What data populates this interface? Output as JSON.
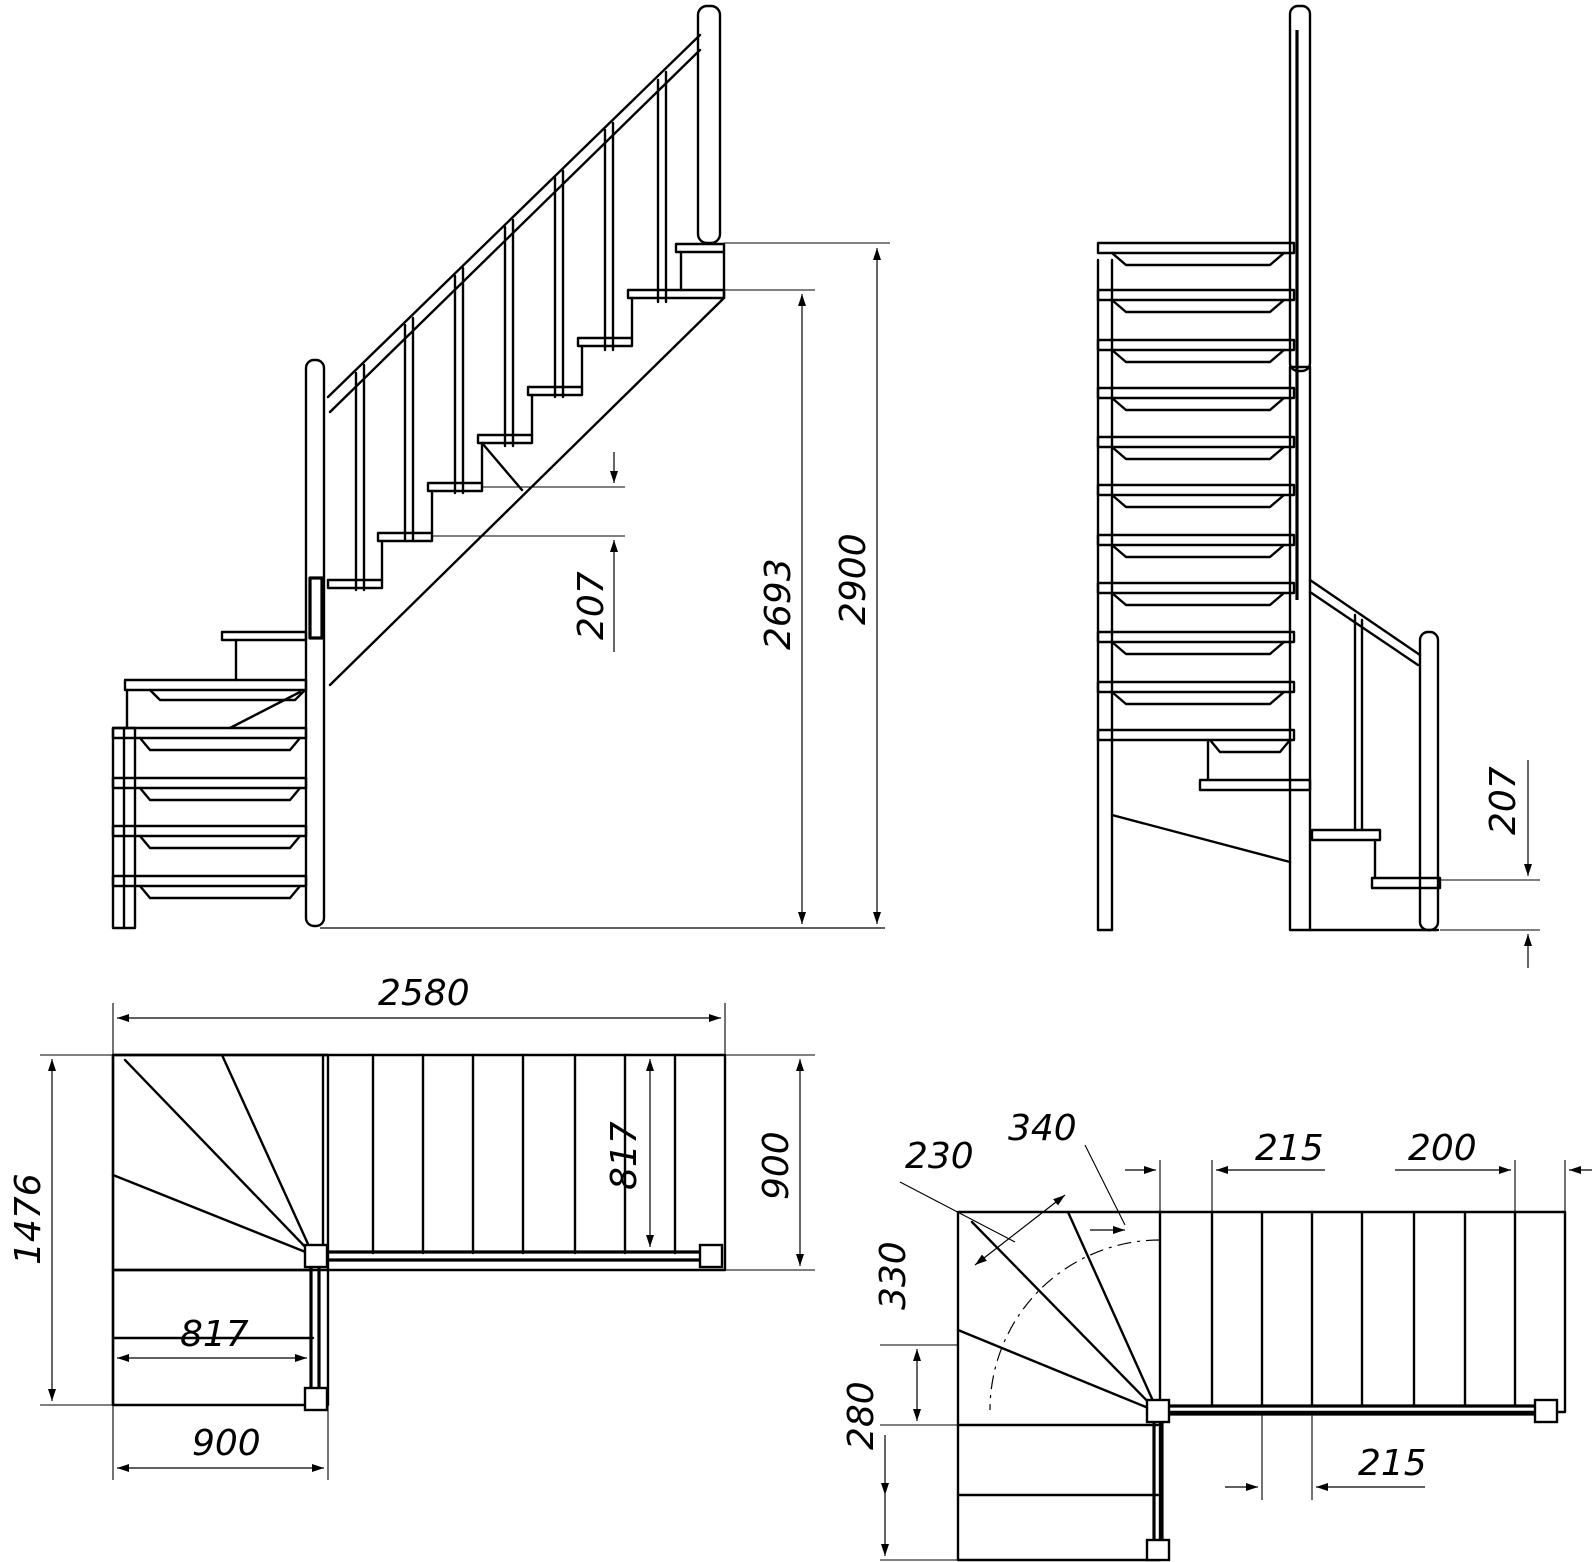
{
  "dimensions": {
    "side_view": {
      "tread_rise": "207",
      "floor_to_top_tread": "2693",
      "total_height": "2900"
    },
    "front_view": {
      "tread_rise": "207"
    },
    "plan_view": {
      "total_length": "2580",
      "total_width": "1476",
      "upper_flight_width": "900",
      "upper_clear": "817",
      "lower_clear": "817",
      "lower_flight_width": "900"
    },
    "detail_plan": {
      "winder_230": "230",
      "winder_340": "340",
      "step_215_top": "215",
      "step_200": "200",
      "step_330": "330",
      "step_280": "280",
      "step_215_bottom": "215"
    }
  }
}
